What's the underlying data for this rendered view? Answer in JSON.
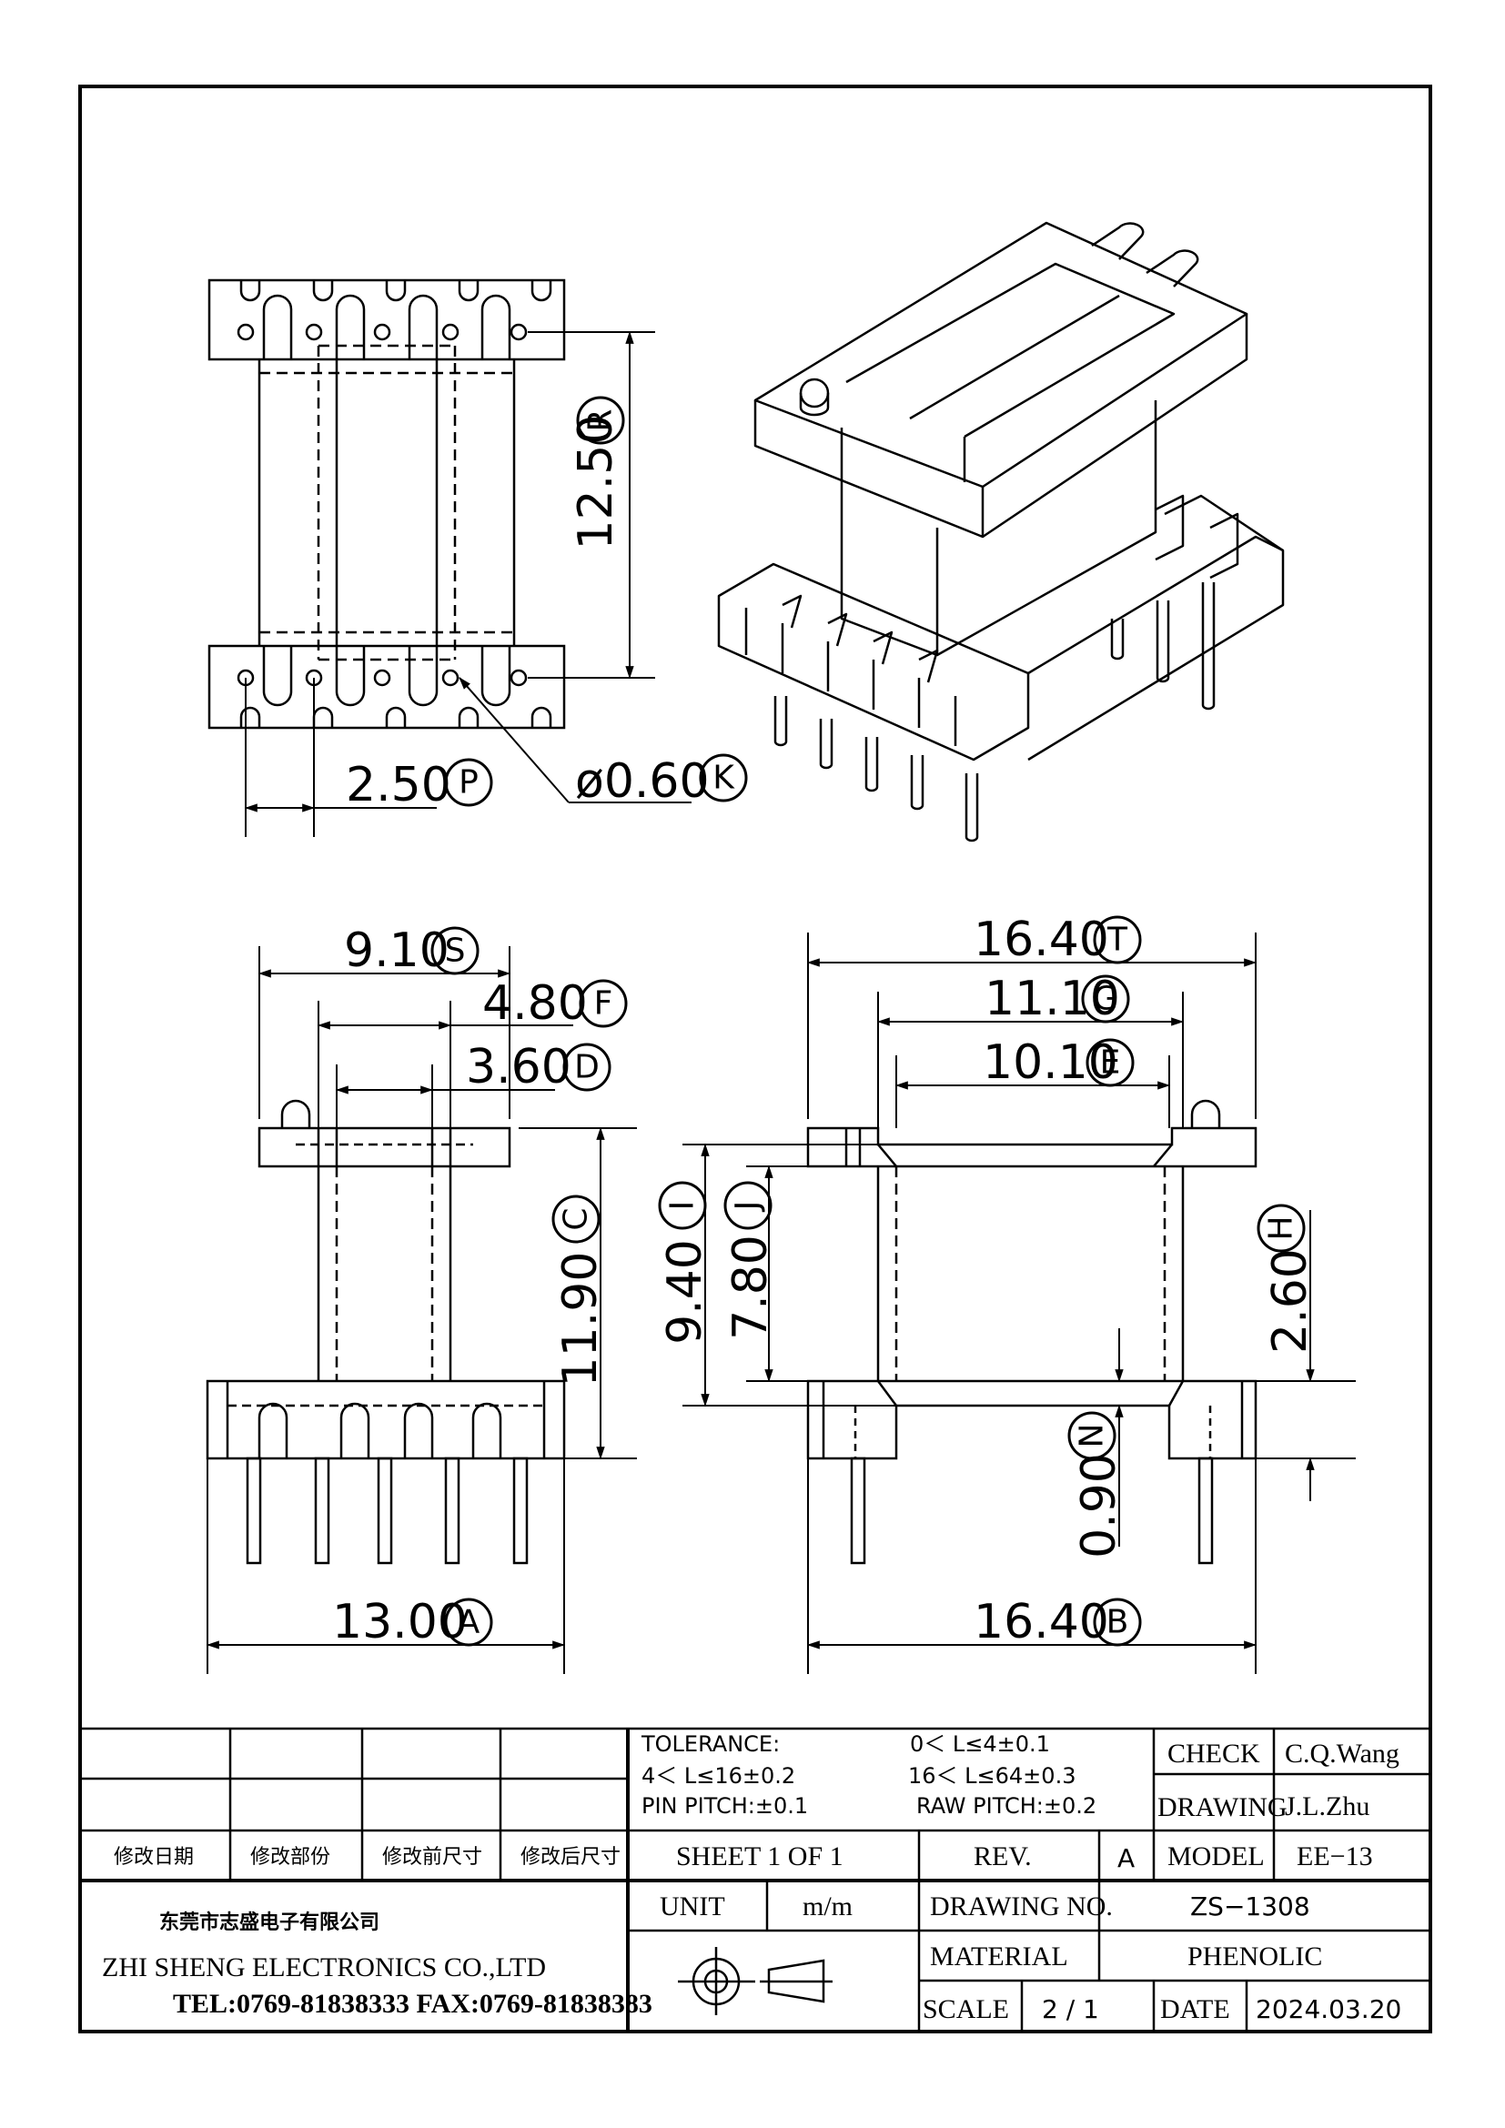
{
  "dimensions": {
    "R": {
      "value": "12.50",
      "label": "R"
    },
    "P": {
      "value": "2.50",
      "label": "P"
    },
    "K": {
      "value": "ø0.60",
      "label": "K"
    },
    "S": {
      "value": "9.10",
      "label": "S"
    },
    "F": {
      "value": "4.80",
      "label": "F"
    },
    "D": {
      "value": "3.60",
      "label": "D"
    },
    "C": {
      "value": "11.90",
      "label": "C"
    },
    "A": {
      "value": "13.00",
      "label": "A"
    },
    "T": {
      "value": "16.40",
      "label": "T"
    },
    "G": {
      "value": "11.10",
      "label": "G"
    },
    "E": {
      "value": "10.10",
      "label": "E"
    },
    "I": {
      "value": "9.40",
      "label": "I"
    },
    "J": {
      "value": "7.80",
      "label": "J"
    },
    "H": {
      "value": "2.60",
      "label": "H"
    },
    "N": {
      "value": "0.90",
      "label": "N"
    },
    "B": {
      "value": "16.40",
      "label": "B"
    }
  },
  "title_block": {
    "tolerance_label": "TOLERANCE:",
    "tol_1": "0＜ L≤4±0.1",
    "tol_2": "4＜ L≤16±0.2",
    "tol_3": "16＜ L≤64±0.3",
    "pin_pitch": "PIN PITCH:±0.1",
    "raw_pitch": "RAW PITCH:±0.2",
    "rev_headers": [
      "修改日期",
      "修改部份",
      "修改前尺寸",
      "修改后尺寸"
    ],
    "check_label": "CHECK",
    "check_value": "C.Q.Wang",
    "drawing_label": "DRAWING",
    "drawing_value": "J.L.Zhu",
    "sheet": "SHEET  1  OF  1",
    "rev_label": "REV.",
    "rev_value": "A",
    "model_label": "MODEL",
    "model_value": "EE−13",
    "company_cn": "东莞市志盛电子有限公司",
    "company_en": "ZHI SHENG  ELECTRONICS CO.,LTD",
    "contact": "TEL:0769-81838333 FAX:0769-81838383",
    "unit_label": "UNIT",
    "unit_value": "m/m",
    "drawing_no_label": "DRAWING  NO.",
    "drawing_no_value": "ZS−1308",
    "material_label": "MATERIAL",
    "material_value": "PHENOLIC",
    "scale_label": "SCALE",
    "scale_value": "2  /  1",
    "date_label": "DATE",
    "date_value": "2024.03.20"
  }
}
